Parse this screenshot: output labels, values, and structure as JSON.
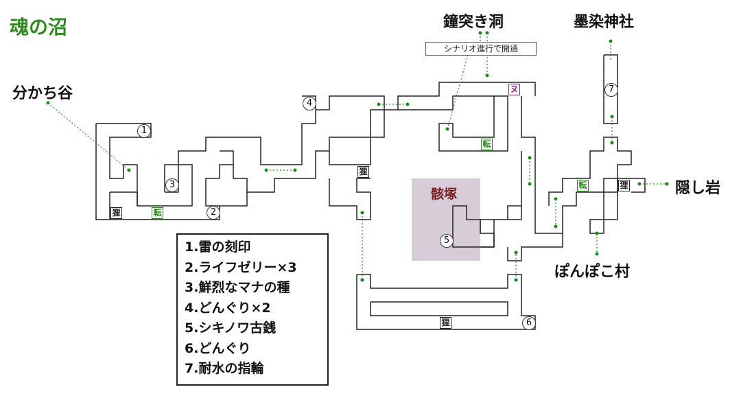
{
  "map_title": "魂の沼",
  "places": {
    "bunkachi": "分かち谷",
    "shoutsuki": "鐘突き洞",
    "bokusen": "墨染神社",
    "kakushi": "隠し岩",
    "ponpoko": "ぽんぽこ村",
    "gaizuka": "骸塚"
  },
  "scenario_note": "シナリオ進行で開通",
  "legend": [
    "1.雷の刻印",
    "2.ライフゼリー×3",
    "3.鮮烈なマナの種",
    "4.どんぐり×2",
    "5.シキノワ古銭",
    "6.どんぐり",
    "7.耐水の指輪"
  ],
  "markers": [
    "1",
    "2",
    "3",
    "4",
    "5",
    "6",
    "7"
  ],
  "icons": {
    "tanuki": "狸",
    "ten": "転",
    "nu": "ヌ"
  },
  "colors": {
    "title": "#2d8a1e",
    "connector": "#1a8a1a",
    "ghost": "#d9ccd9",
    "ghost_label": "#7a2020",
    "nu": "#a0207a"
  }
}
